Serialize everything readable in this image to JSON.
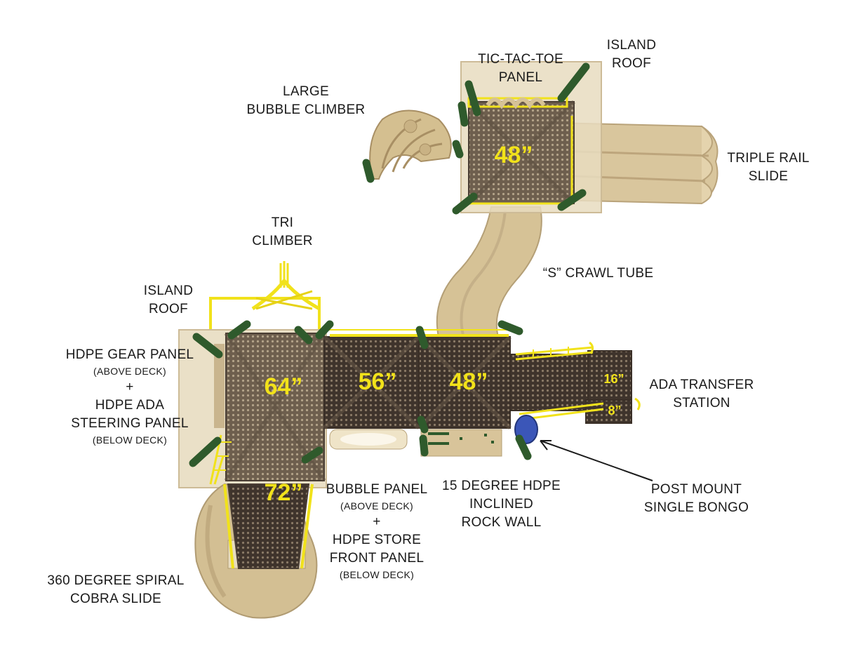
{
  "labels": {
    "tictactoe": [
      "TIC-TAC-TOE",
      "PANEL"
    ],
    "island_roof_top": [
      "ISLAND",
      "ROOF"
    ],
    "large_bubble": [
      "LARGE",
      "BUBBLE CLIMBER"
    ],
    "triple_rail": [
      "TRIPLE RAIL",
      "SLIDE"
    ],
    "tri_climber": [
      "TRI",
      "CLIMBER"
    ],
    "s_crawl": "“S” CRAWL TUBE",
    "island_roof_left": [
      "ISLAND",
      "ROOF"
    ],
    "gear_panel": {
      "line1": "HDPE GEAR PANEL",
      "sub1": "(ABOVE DECK)",
      "plus": "+",
      "line2": "HDPE ADA",
      "line3": "STEERING PANEL",
      "sub2": "(BELOW DECK)"
    },
    "ada_transfer": [
      "ADA TRANSFER",
      "STATION"
    ],
    "bubble_panel": {
      "line1": "BUBBLE PANEL",
      "sub1": "(ABOVE DECK)",
      "plus": "+",
      "line2": "HDPE STORE",
      "line3": "FRONT PANEL",
      "sub2": "(BELOW DECK)"
    },
    "rock_wall": [
      "15 DEGREE HDPE",
      "INCLINED",
      "ROCK WALL"
    ],
    "bongo": [
      "POST MOUNT",
      "SINGLE BONGO"
    ],
    "spiral": [
      "360 DEGREE SPIRAL",
      "COBRA SLIDE"
    ]
  },
  "deck_heights": {
    "top": "48”",
    "left": "64”",
    "mid": "56”",
    "right": "48”",
    "bottom": "72”",
    "transfer_upper": "16”",
    "transfer_lower": "8”"
  },
  "colors": {
    "tan": "#d8c49a",
    "tan_dark": "#b8a278",
    "deck": "#4a3e34",
    "rail": "#f1e21b",
    "post": "#2f5a2c",
    "bongo": "#3b56b8"
  }
}
